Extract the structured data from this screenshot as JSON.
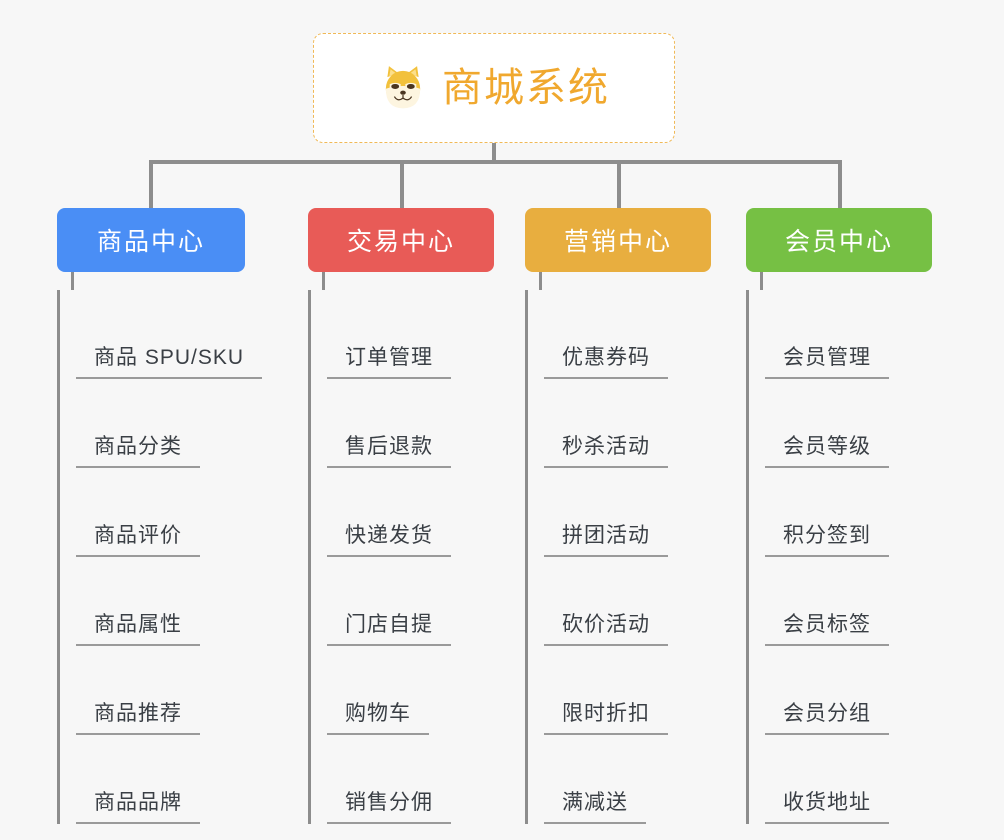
{
  "root": {
    "title": "商城系统",
    "icon": "shiba-dog-icon",
    "text_color": "#f0a82e",
    "border_color": "#f0b957",
    "background": "#ffffff"
  },
  "canvas": {
    "background": "#f7f7f7",
    "connector_color": "#8d8d8d"
  },
  "columns": [
    {
      "title": "商品中心",
      "color": "#4a8ef5",
      "items": [
        {
          "label": "商品 SPU/SKU"
        },
        {
          "label": "商品分类"
        },
        {
          "label": "商品评价"
        },
        {
          "label": "商品属性"
        },
        {
          "label": "商品推荐"
        },
        {
          "label": "商品品牌"
        }
      ]
    },
    {
      "title": "交易中心",
      "color": "#e85b57",
      "items": [
        {
          "label": "订单管理"
        },
        {
          "label": "售后退款"
        },
        {
          "label": "快递发货"
        },
        {
          "label": "门店自提"
        },
        {
          "label": "购物车"
        },
        {
          "label": "销售分佣"
        }
      ]
    },
    {
      "title": "营销中心",
      "color": "#e8ae3f",
      "items": [
        {
          "label": "优惠券码"
        },
        {
          "label": "秒杀活动"
        },
        {
          "label": "拼团活动"
        },
        {
          "label": "砍价活动"
        },
        {
          "label": "限时折扣"
        },
        {
          "label": "满减送"
        }
      ]
    },
    {
      "title": "会员中心",
      "color": "#76c044",
      "items": [
        {
          "label": "会员管理"
        },
        {
          "label": "会员等级"
        },
        {
          "label": "积分签到"
        },
        {
          "label": "会员标签"
        },
        {
          "label": "会员分组"
        },
        {
          "label": "收货地址"
        }
      ]
    }
  ]
}
